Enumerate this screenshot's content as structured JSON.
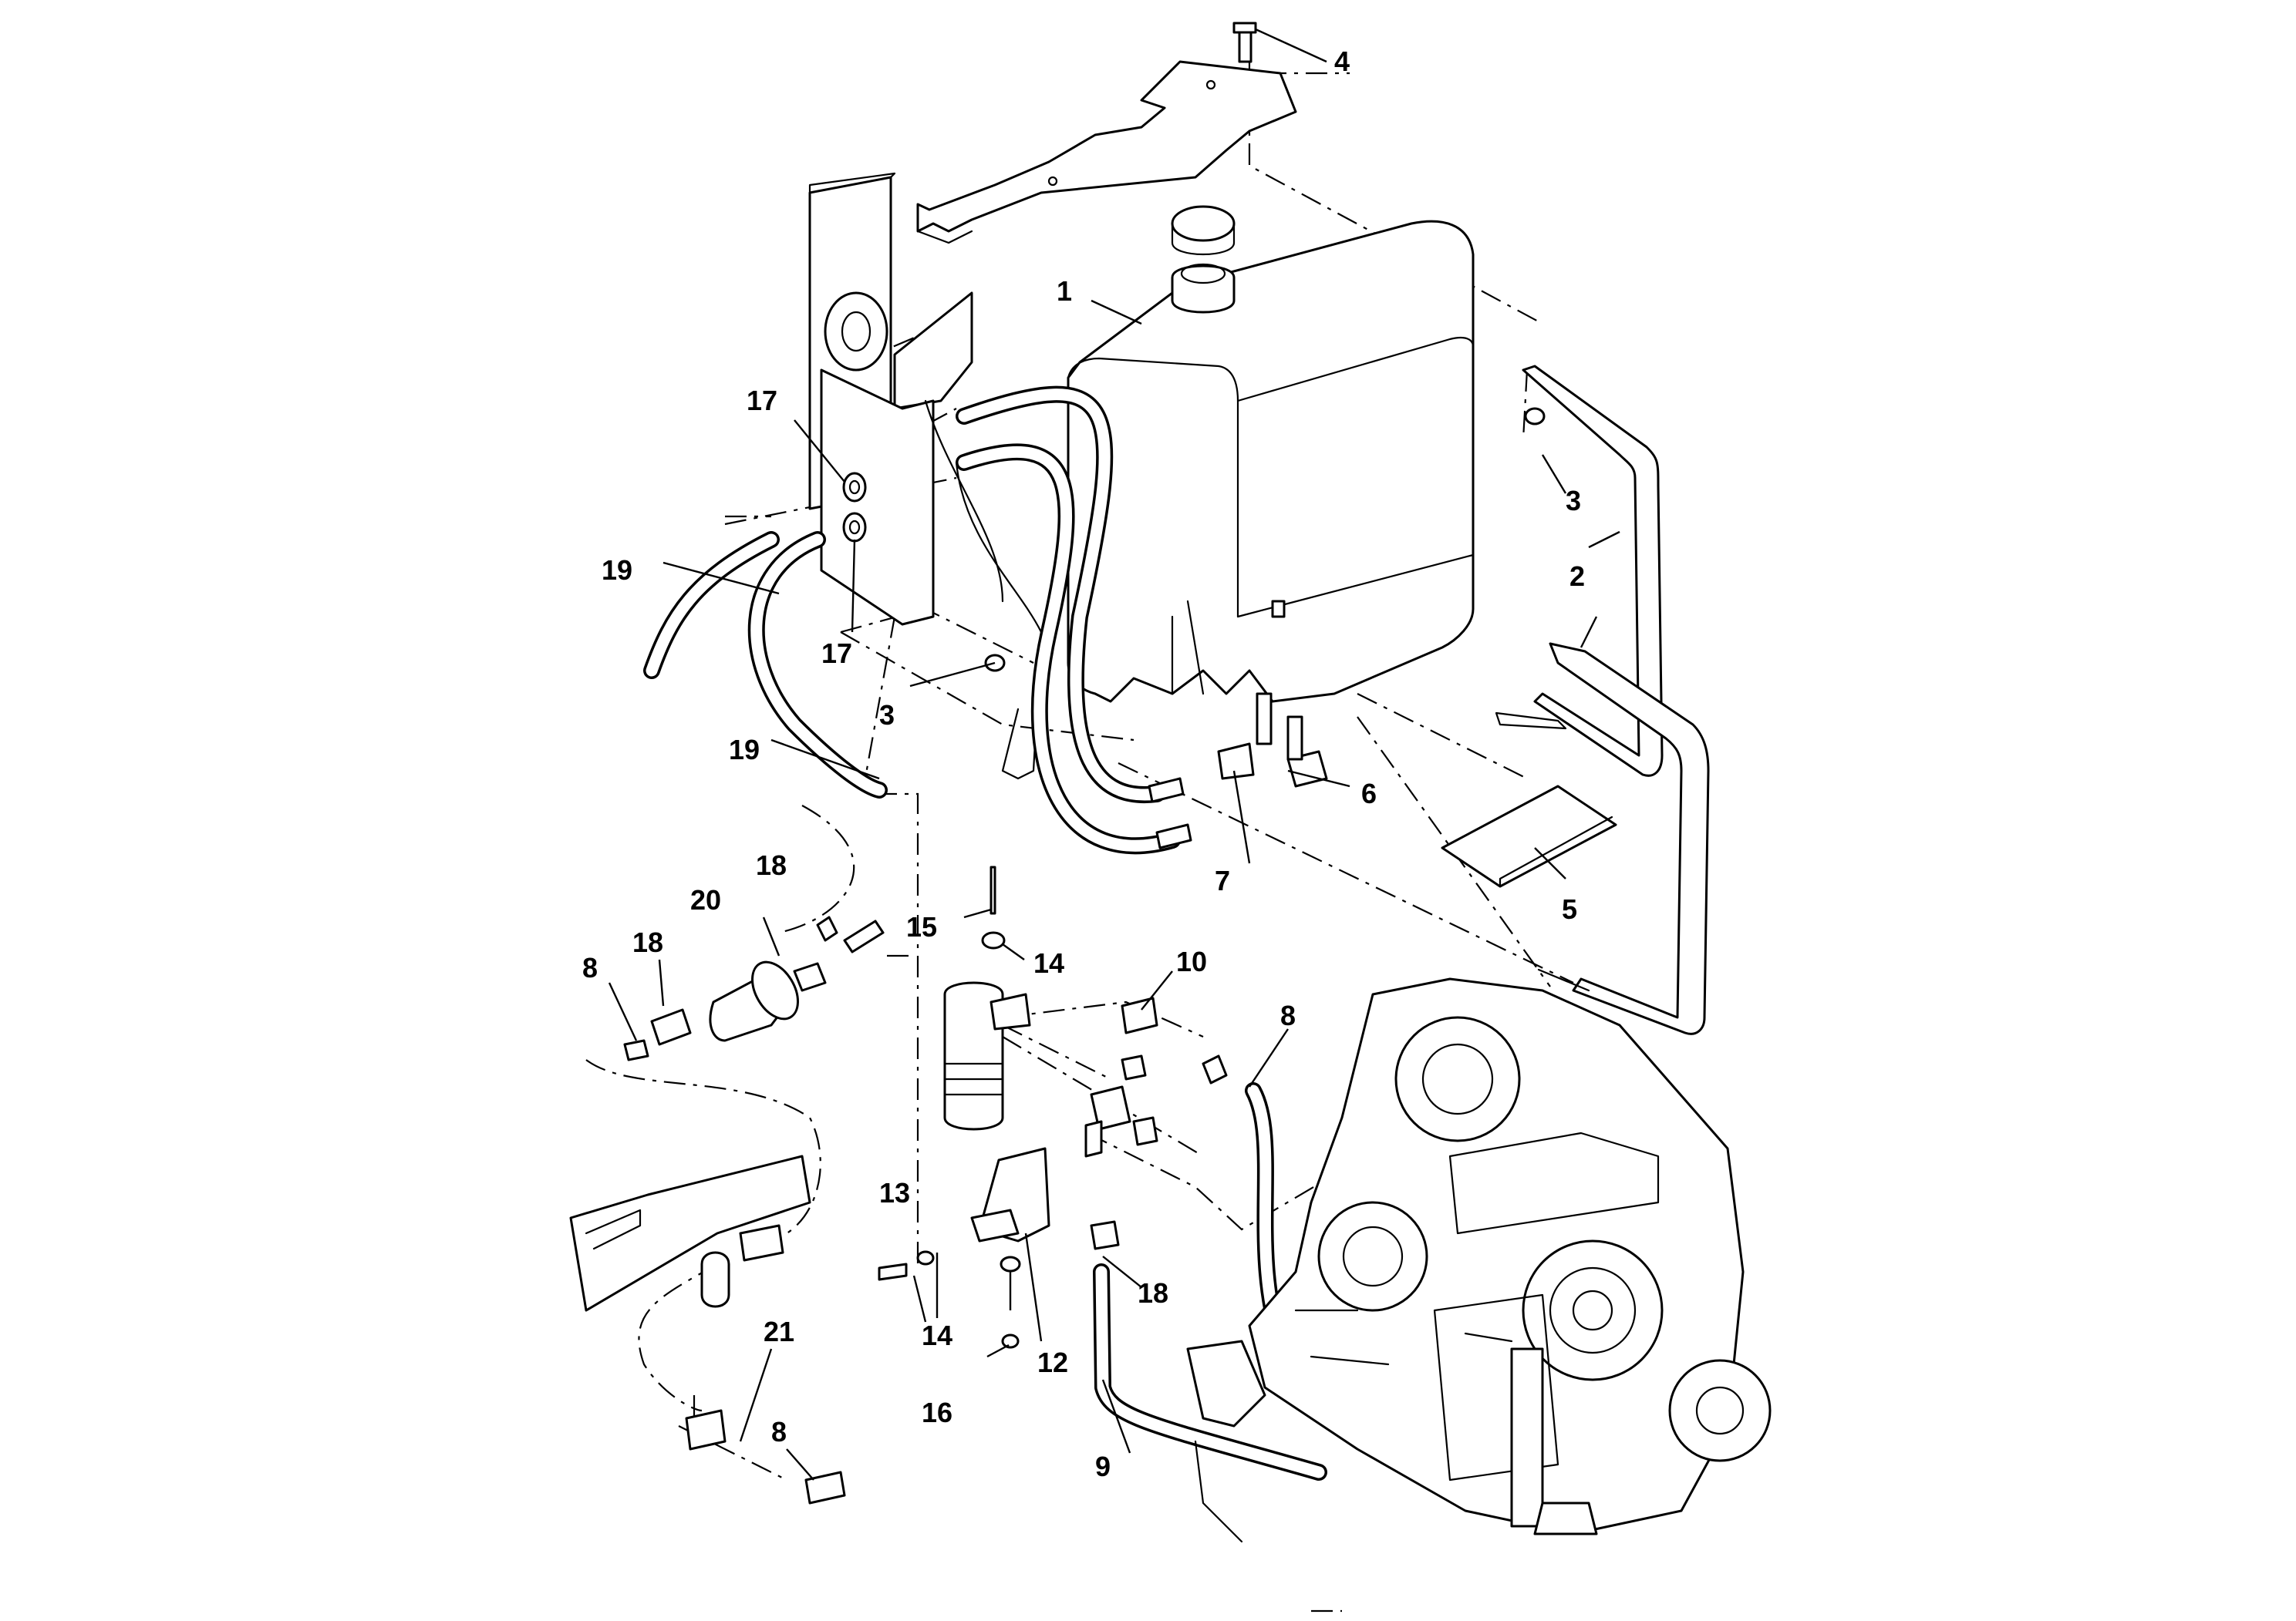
{
  "callouts": [
    {
      "id": "c1",
      "text": "1"
    },
    {
      "id": "c2",
      "text": "2"
    },
    {
      "id": "c3a",
      "text": "3"
    },
    {
      "id": "c3b",
      "text": "3"
    },
    {
      "id": "c4",
      "text": "4"
    },
    {
      "id": "c5",
      "text": "5"
    },
    {
      "id": "c6",
      "text": "6"
    },
    {
      "id": "c7",
      "text": "7"
    },
    {
      "id": "c8a",
      "text": "8"
    },
    {
      "id": "c8b",
      "text": "8"
    },
    {
      "id": "c8c",
      "text": "8"
    },
    {
      "id": "c9",
      "text": "9"
    },
    {
      "id": "c10",
      "text": "10"
    },
    {
      "id": "c12",
      "text": "12"
    },
    {
      "id": "c13",
      "text": "13"
    },
    {
      "id": "c14a",
      "text": "14"
    },
    {
      "id": "c14b",
      "text": "14"
    },
    {
      "id": "c15",
      "text": "15"
    },
    {
      "id": "c16",
      "text": "16"
    },
    {
      "id": "c17a",
      "text": "17"
    },
    {
      "id": "c17b",
      "text": "17"
    },
    {
      "id": "c18a",
      "text": "18"
    },
    {
      "id": "c18b",
      "text": "18"
    },
    {
      "id": "c18c",
      "text": "18"
    },
    {
      "id": "c19a",
      "text": "19"
    },
    {
      "id": "c19b",
      "text": "19"
    },
    {
      "id": "c20",
      "text": "20"
    },
    {
      "id": "c21",
      "text": "21"
    }
  ],
  "colors": {
    "line": "#000000",
    "background": "#ffffff"
  }
}
